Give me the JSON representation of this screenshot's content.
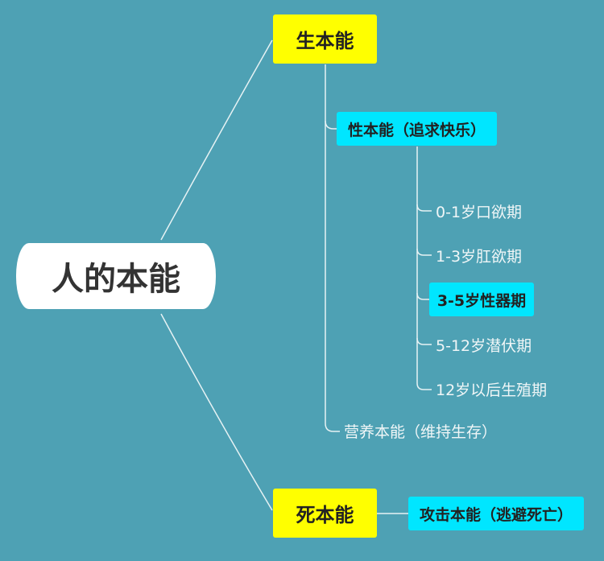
{
  "root": {
    "label": "人的本能"
  },
  "life_instinct": {
    "label": "生本能",
    "sex_instinct": {
      "label": "性本能（追求快乐）",
      "stages": [
        {
          "label": "0-1岁口欲期",
          "highlighted": false
        },
        {
          "label": "1-3岁肛欲期",
          "highlighted": false
        },
        {
          "label": "3-5岁性器期",
          "highlighted": true
        },
        {
          "label": "5-12岁潜伏期",
          "highlighted": false
        },
        {
          "label": "12岁以后生殖期",
          "highlighted": false
        }
      ]
    },
    "nutrition_instinct": {
      "label": "营养本能（维持生存）"
    }
  },
  "death_instinct": {
    "label": "死本能",
    "aggression": {
      "label": "攻击本能（逃避死亡）"
    }
  },
  "colors": {
    "background": "#4ea1b4",
    "level1": "#ffff00",
    "level2": "#00e6ff",
    "connector": "#e6f2f4"
  }
}
